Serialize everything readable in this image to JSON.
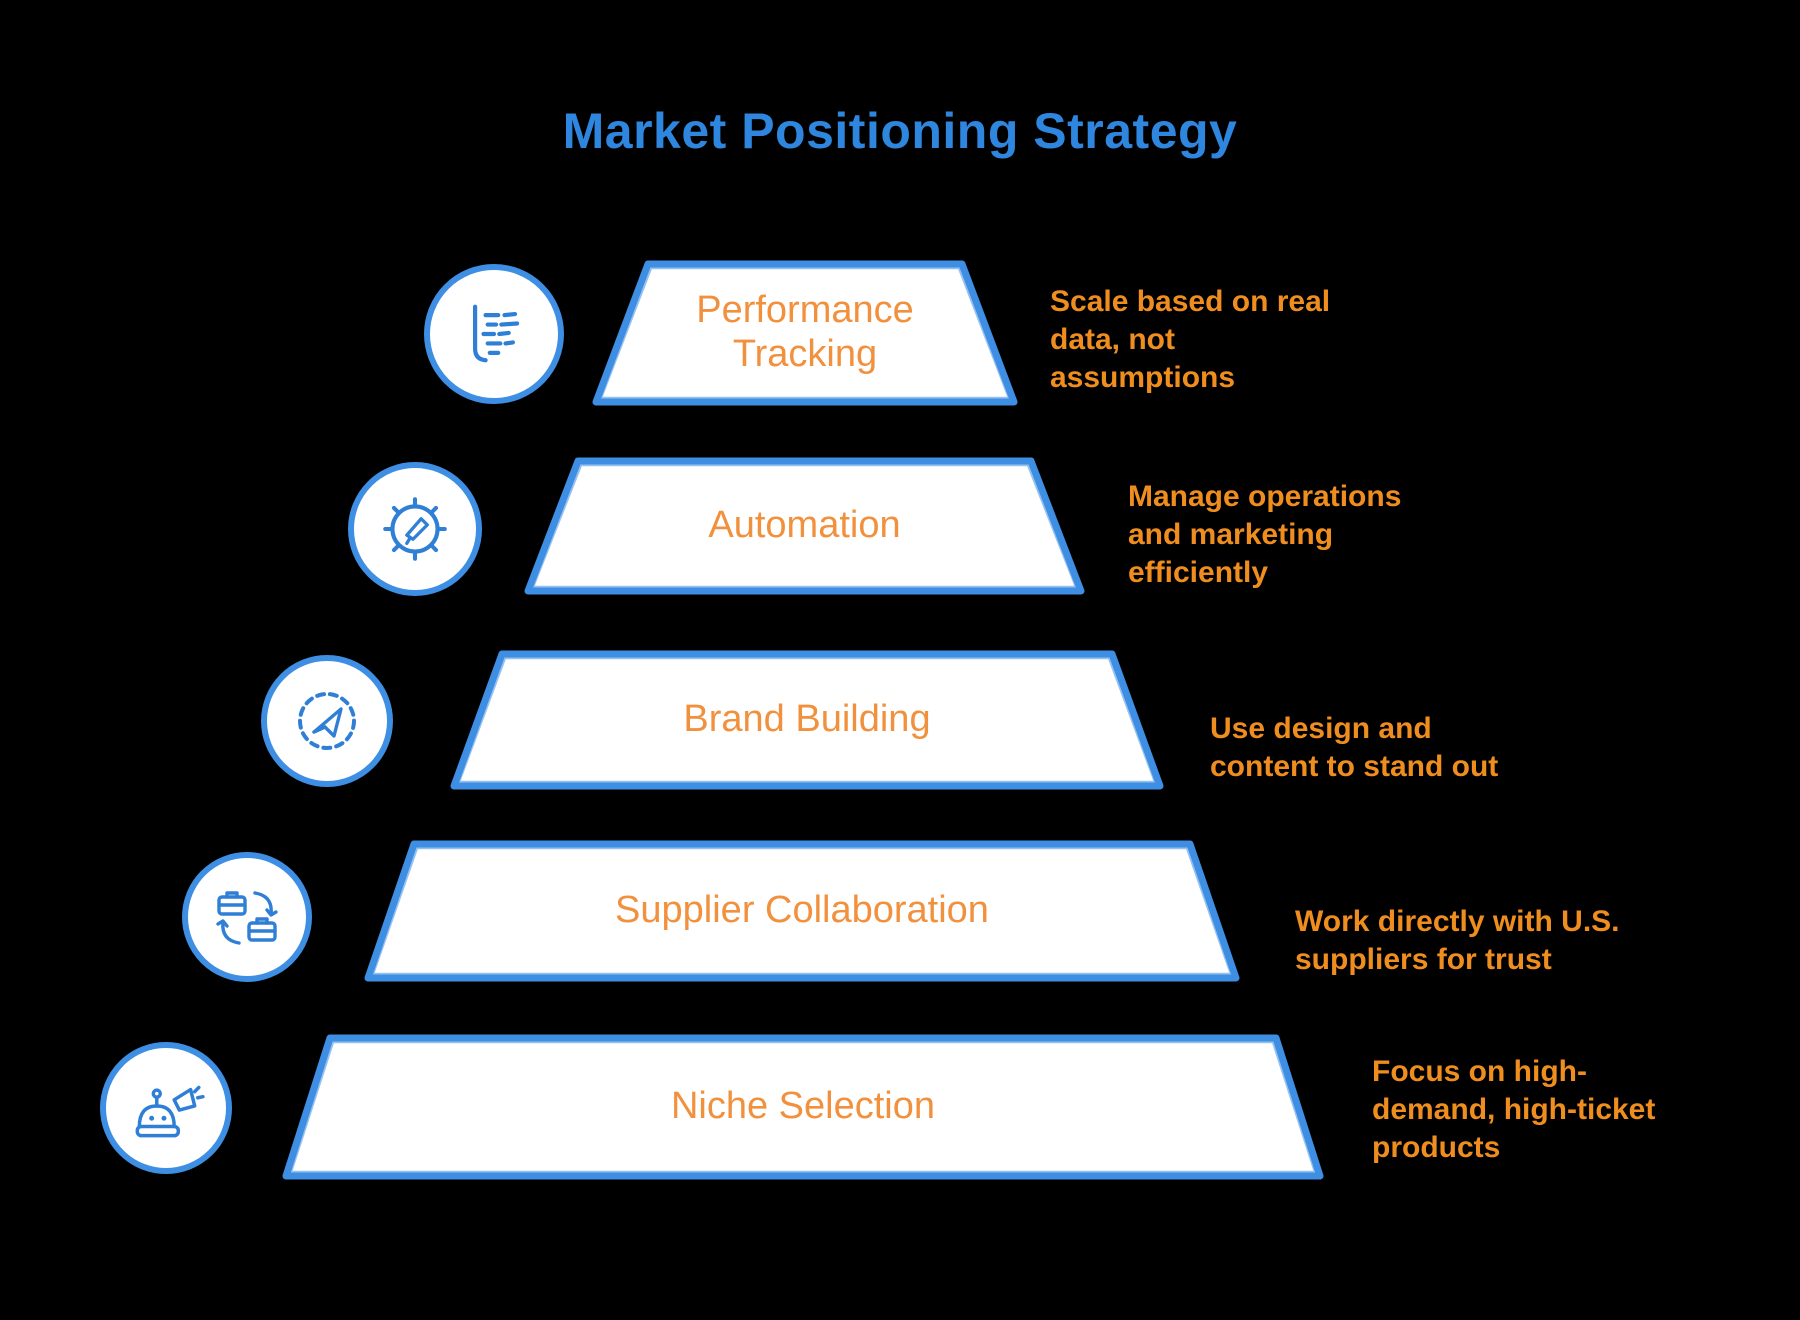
{
  "title": "Market Positioning Strategy",
  "colors": {
    "background": "#000000",
    "shape_fill": "#FFFFFF",
    "outline_blue": "#3E8EE3",
    "title_blue": "#2E86DE",
    "label_orange": "#F2913D",
    "description_orange": "#EF8E1F"
  },
  "levels": [
    {
      "label": "Performance Tracking",
      "description": "Scale based on real data, not assumptions",
      "icon": "performance-chart-icon"
    },
    {
      "label": "Automation",
      "description": "Manage operations and marketing efficiently",
      "icon": "automation-gear-icon"
    },
    {
      "label": "Brand Building",
      "description": "Use design and content to stand out",
      "icon": "brand-badge-icon"
    },
    {
      "label": "Supplier Collaboration",
      "description": "Work directly with U.S. suppliers for trust",
      "icon": "supplier-exchange-icon"
    },
    {
      "label": "Niche Selection",
      "description": "Focus on high-demand, high-ticket products",
      "icon": "niche-robot-icon"
    }
  ]
}
